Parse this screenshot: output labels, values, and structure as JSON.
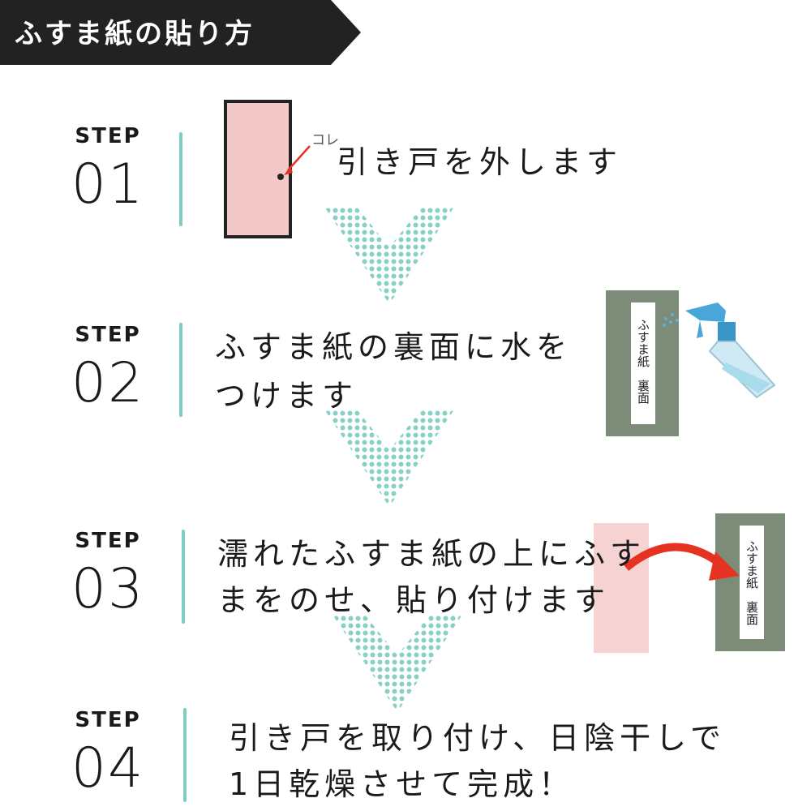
{
  "header": {
    "title": "ふすま紙の貼り方"
  },
  "steps": [
    {
      "label": "STEP",
      "number": "01",
      "text_lines": [
        "引き戸を外します"
      ]
    },
    {
      "label": "STEP",
      "number": "02",
      "text_lines": [
        "ふすま紙の裏面に水を",
        "つけます"
      ]
    },
    {
      "label": "STEP",
      "number": "03",
      "text_lines": [
        "濡れたふすま紙の上にふす",
        "まをのせ、貼り付けます"
      ]
    },
    {
      "label": "STEP",
      "number": "04",
      "text_lines": [
        "引き戸を取り付け、日陰干しで",
        "1日乾燥させて完成！"
      ]
    }
  ],
  "illustrations": {
    "door_callout": "コレ",
    "paper_back_label": "ふすま紙　裏面"
  },
  "colors": {
    "banner": "#222222",
    "accent_teal": "#7fcdc3",
    "door_pink": "#f2c8c8",
    "panel_green": "#7d8c79",
    "arrow_red": "#e53322"
  }
}
